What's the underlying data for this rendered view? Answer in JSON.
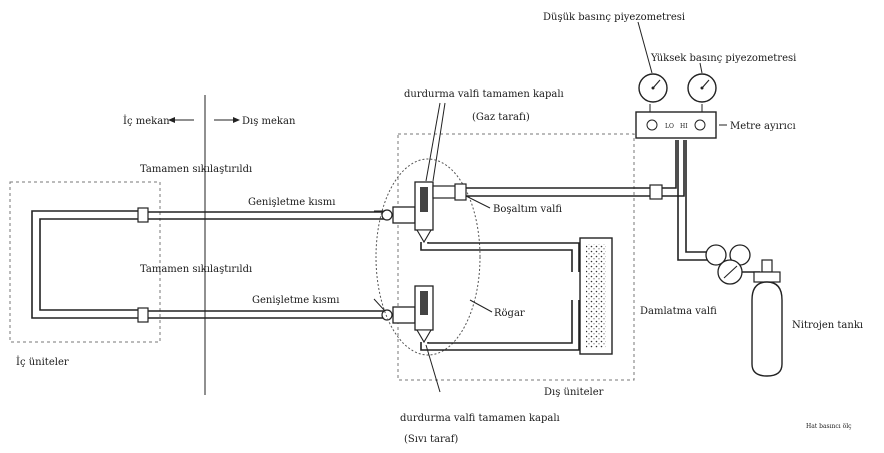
{
  "labels": {
    "low_gauge": "Düşük basınç piyezometresi",
    "high_gauge": "Yüksek basınç piyezometresi",
    "manifold": "Metre ayırıcı",
    "valve_top_title": "durdurma valfi tamamen kapalı",
    "gas_side": "(Gaz tarafı)",
    "indoor": "İç mekan",
    "outdoor": "Dış mekan",
    "tightened_top": "Tamamen sıkılaştırıldı",
    "tightened_bottom": "Tamamen sıkılaştırıldı",
    "flare_top": "Genişletme kısmı",
    "flare_bottom": "Genişletme kısmı",
    "discharge_valve": "Boşaltım valfi",
    "trap": "Rögar",
    "drip_valve": "Damlatma valfi",
    "nitrogen_tank": "Nitrojen tankı",
    "indoor_units": "İç üniteler",
    "outdoor_units": "Dış üniteler",
    "valve_bottom_title": "durdurma valfi tamamen kapalı",
    "liquid_side": "(Sıvı taraf)",
    "corner_note": "Hat basıncı ölç",
    "gauge_lo": "LO",
    "gauge_hi": "HI"
  }
}
